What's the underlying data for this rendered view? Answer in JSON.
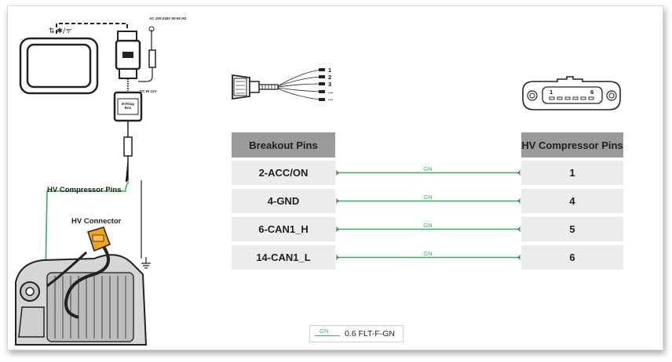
{
  "side_labels": {
    "hv_compressor_pins": "HV Compressor Pins",
    "hv_connector": "HV Connector",
    "power_spec": "AC 100-240V\n50-60 HZ",
    "dc_spec": "DC IN 12V",
    "box_label": "EVDiag\nBox"
  },
  "breakout_wires": [
    "1",
    "2",
    "3",
    "...",
    "..."
  ],
  "connector_pins": {
    "left": "1",
    "right": "6"
  },
  "table": {
    "header_left": "Breakout Pins",
    "header_right": "HV Compressor Pins",
    "rows": [
      {
        "left": "2-ACC/ON",
        "right": "1",
        "wire": "GN"
      },
      {
        "left": "4-GND",
        "right": "4",
        "wire": "GN"
      },
      {
        "left": "6-CAN1_H",
        "right": "5",
        "wire": "GN"
      },
      {
        "left": "14-CAN1_L",
        "right": "6",
        "wire": "GN"
      }
    ]
  },
  "legend": {
    "code": "GN",
    "text": "0.6 FLT-F-GN"
  },
  "colors": {
    "wire": "#2fb457",
    "header": "#9a9a9a",
    "cell": "#ececec"
  }
}
